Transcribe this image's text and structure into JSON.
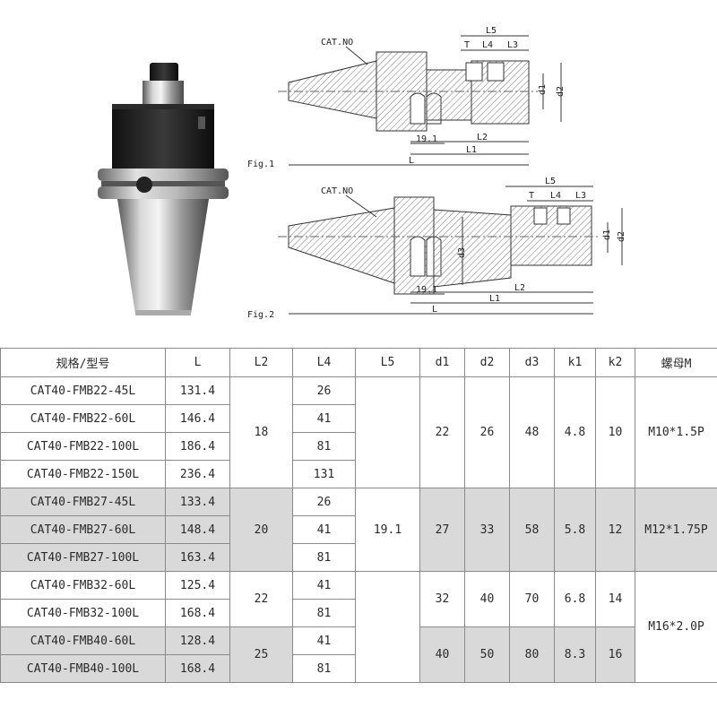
{
  "figures": {
    "fig1": {
      "label": "Fig.1",
      "cat_no": "CAT.NO",
      "dims": {
        "L5": "L5",
        "T": "T",
        "L4": "L4",
        "L3": "L3",
        "d1": "d1",
        "d2": "d2",
        "l19": "19.1",
        "L2": "L2",
        "L1": "L1",
        "L": "L"
      }
    },
    "fig2": {
      "label": "Fig.2",
      "cat_no": "CAT.NO",
      "dims": {
        "L5": "L5",
        "T": "T",
        "L4": "L4",
        "L3": "L3",
        "d1": "d1",
        "d2": "d2",
        "d3": "d3",
        "l19": "19.1",
        "L2": "L2",
        "L1": "L1",
        "L": "L"
      }
    }
  },
  "table": {
    "headers": [
      "规格/型号",
      "L",
      "L2",
      "L4",
      "L5",
      "d1",
      "d2",
      "d3",
      "k1",
      "k2",
      "螺母M"
    ],
    "rows": [
      {
        "model": "CAT40-FMB22-45L",
        "L": "131.4",
        "L4": "26"
      },
      {
        "model": "CAT40-FMB22-60L",
        "L": "146.4",
        "L4": "41"
      },
      {
        "model": "CAT40-FMB22-100L",
        "L": "186.4",
        "L4": "81"
      },
      {
        "model": "CAT40-FMB22-150L",
        "L": "236.4",
        "L4": "131"
      },
      {
        "model": "CAT40-FMB27-45L",
        "L": "133.4",
        "L4": "26"
      },
      {
        "model": "CAT40-FMB27-60L",
        "L": "148.4",
        "L4": "41"
      },
      {
        "model": "CAT40-FMB27-100L",
        "L": "163.4",
        "L4": "81"
      },
      {
        "model": "CAT40-FMB32-60L",
        "L": "125.4",
        "L4": "41"
      },
      {
        "model": "CAT40-FMB32-100L",
        "L": "168.4",
        "L4": "81"
      },
      {
        "model": "CAT40-FMB40-60L",
        "L": "128.4",
        "L4": "41"
      },
      {
        "model": "CAT40-FMB40-100L",
        "L": "168.4",
        "L4": "81"
      }
    ],
    "groups": [
      {
        "L2": "18",
        "d1": "22",
        "d2": "26",
        "d3": "48",
        "k1": "4.8",
        "k2": "10",
        "nut": "M10*1.5P"
      },
      {
        "L2": "20",
        "d1": "27",
        "d2": "33",
        "d3": "58",
        "k1": "5.8",
        "k2": "12",
        "nut": "M12*1.75P"
      },
      {
        "L2": "22",
        "d1": "32",
        "d2": "40",
        "d3": "70",
        "k1": "6.8",
        "k2": "14"
      },
      {
        "L2": "25",
        "d1": "40",
        "d2": "50",
        "d3": "80",
        "k1": "8.3",
        "k2": "16"
      }
    ],
    "L5": "19.1",
    "nut_shared": "M16*2.0P"
  }
}
